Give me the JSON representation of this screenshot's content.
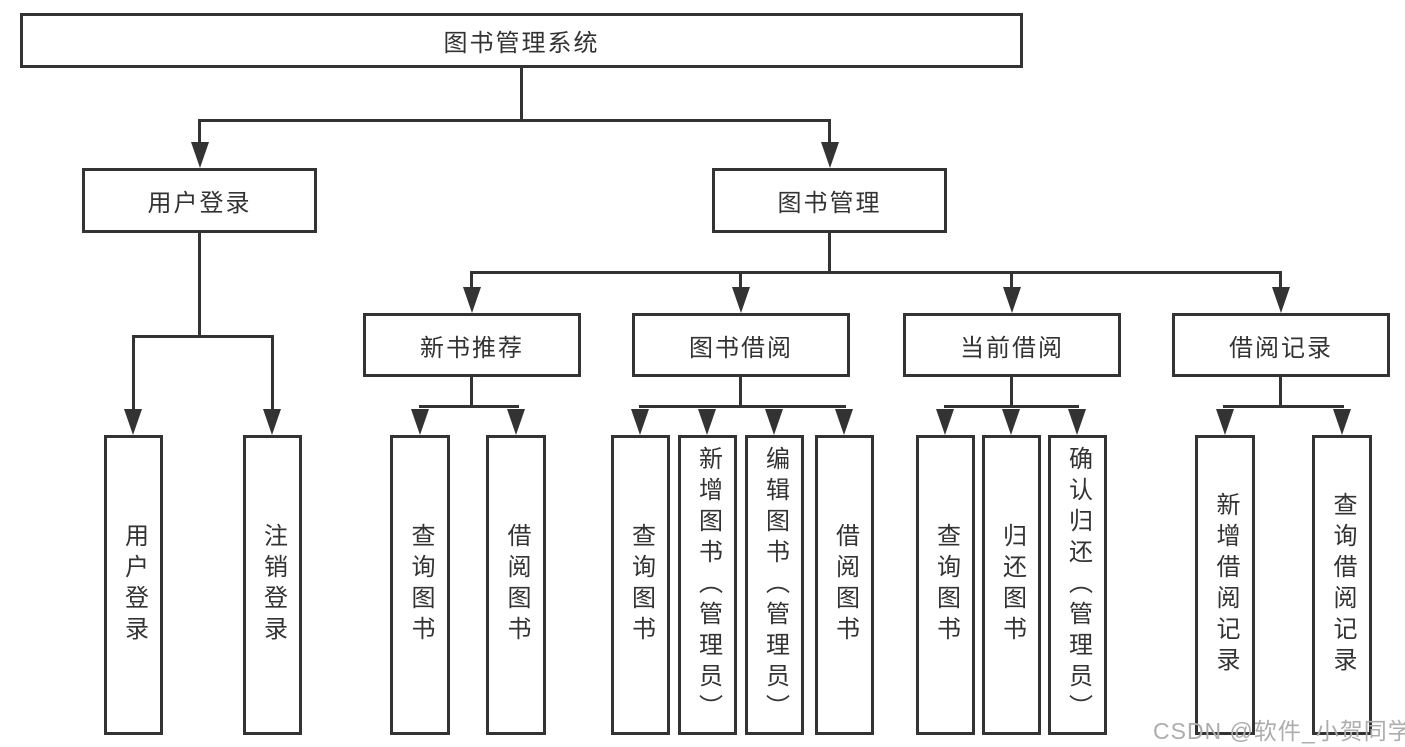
{
  "tree": {
    "root": {
      "label": "图书管理系统"
    },
    "branches": [
      {
        "label": "用户登录",
        "children": [
          {
            "label": "用户登录"
          },
          {
            "label": "注销登录"
          }
        ]
      },
      {
        "label": "图书管理",
        "sections": [
          {
            "label": "新书推荐",
            "children": [
              {
                "label": "查询图书"
              },
              {
                "label": "借阅图书"
              }
            ]
          },
          {
            "label": "图书借阅",
            "children": [
              {
                "label": "查询图书"
              },
              {
                "label": "新增图书（管理员）"
              },
              {
                "label": "编辑图书（管理员）"
              },
              {
                "label": "借阅图书"
              }
            ]
          },
          {
            "label": "当前借阅",
            "children": [
              {
                "label": "查询图书"
              },
              {
                "label": "归还图书"
              },
              {
                "label": "确认归还（管理员）"
              }
            ]
          },
          {
            "label": "借阅记录",
            "children": [
              {
                "label": "新增借阅记录"
              },
              {
                "label": "查询借阅记录"
              }
            ]
          }
        ]
      }
    ]
  },
  "watermark": {
    "text": "CSDN @软件_小贺同学"
  },
  "colors": {
    "line": "#333333",
    "text": "#333333",
    "background": "#ffffff",
    "watermark": "#adadad"
  }
}
